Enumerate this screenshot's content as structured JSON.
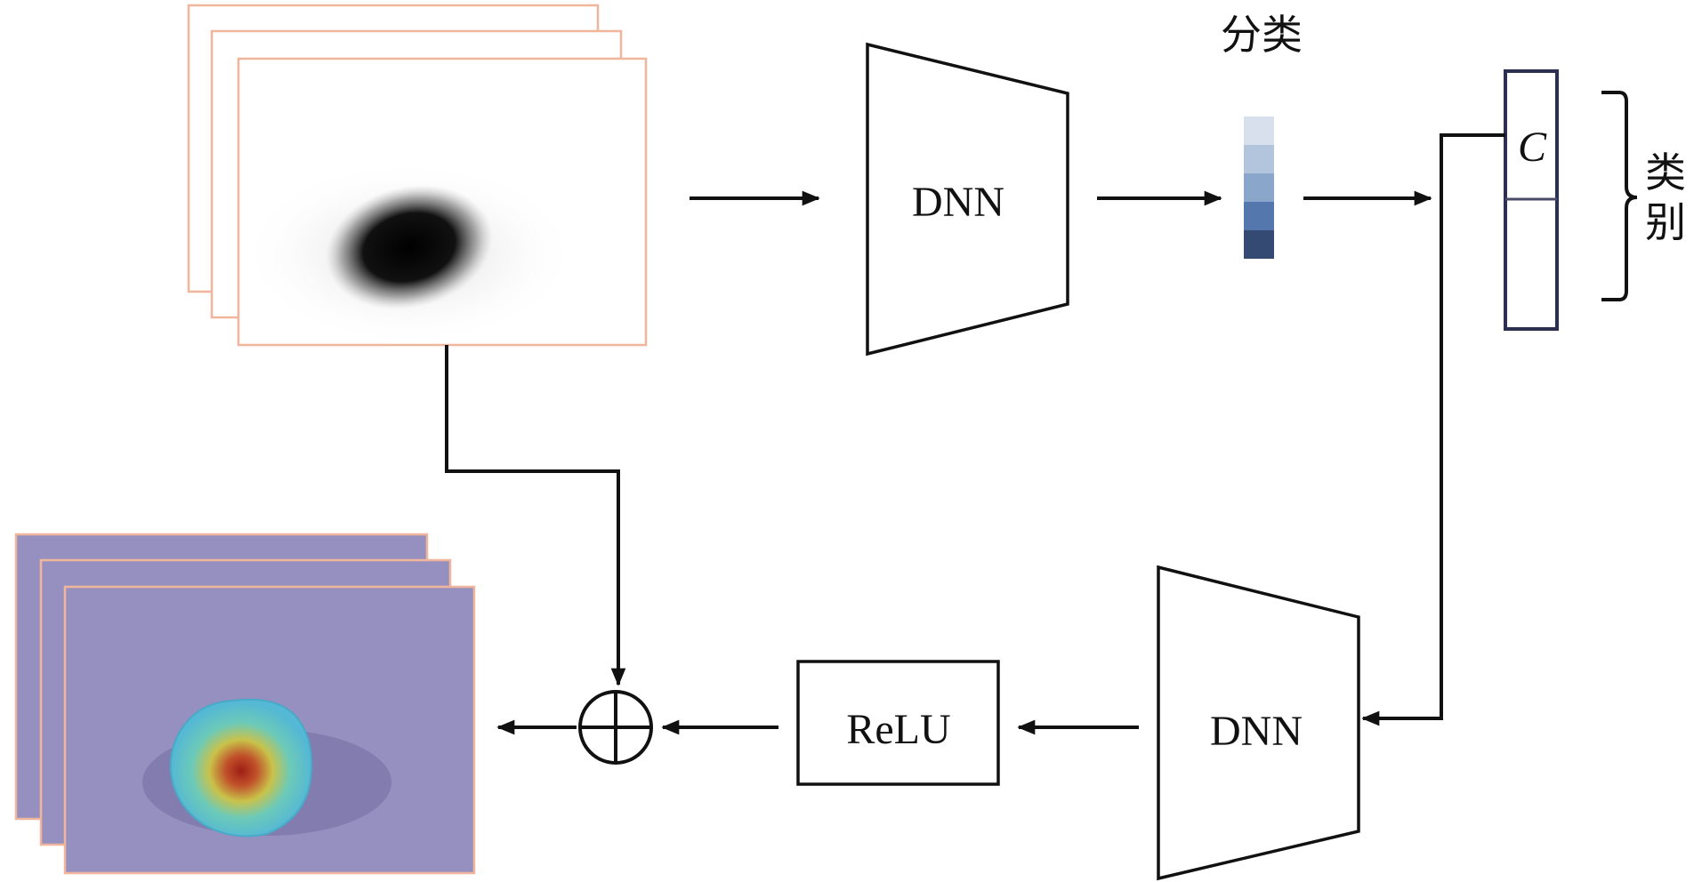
{
  "labels": {
    "encoder_dnn": "DNN",
    "classification": "分类",
    "class_index": "C",
    "category_line1": "类",
    "category_line2": "别",
    "decoder_dnn": "DNN",
    "relu": "ReLU"
  },
  "icons": {
    "combine": "circle-plus-icon"
  },
  "colors": {
    "frame_border": "#f0b59a",
    "line": "#111111",
    "vector_box": "#2c2f4f",
    "overlay_bg": "#9590c0",
    "heat_outer": "#5ec6d2",
    "heat_mid": "#c9c24a",
    "heat_core": "#b23a1e"
  },
  "class_bar_colors": [
    "#d7e0ec",
    "#b3c5dc",
    "#8aa6cb",
    "#5478ae",
    "#354a72"
  ]
}
